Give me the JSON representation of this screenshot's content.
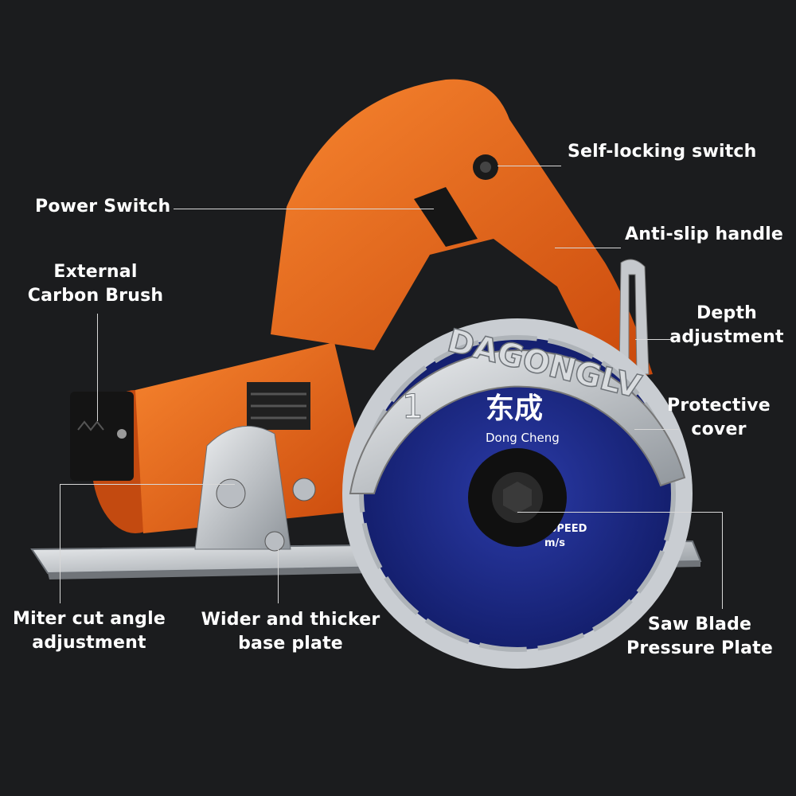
{
  "labels": {
    "self_locking_switch": "Self-locking switch",
    "power_switch": "Power Switch",
    "anti_slip_handle": "Anti-slip handle",
    "external_carbon_brush_1": "External",
    "external_carbon_brush_2": "Carbon Brush",
    "depth_adjustment_1": "Depth",
    "depth_adjustment_2": "adjustment",
    "protective_cover_1": "Protective",
    "protective_cover_2": "cover",
    "miter_cut_1": "Miter cut angle",
    "miter_cut_2": "adjustment",
    "base_plate_1": "Wider and thicker",
    "base_plate_2": "base plate",
    "pressure_plate_1": "Saw Blade",
    "pressure_plate_2": "Pressure Plate"
  },
  "product": {
    "guard_brand": "DAGONGLV",
    "guard_number": "1",
    "blade_brand_cn": "东成",
    "blade_brand_en": "Dong Cheng",
    "blade_speed": "SPEED",
    "blade_unit": "m/s"
  },
  "colors": {
    "background": "#1b1c1e",
    "body_orange": "#f26b1d",
    "blade_blue": "#1c2a8c",
    "metal": "#c9cdd2"
  }
}
